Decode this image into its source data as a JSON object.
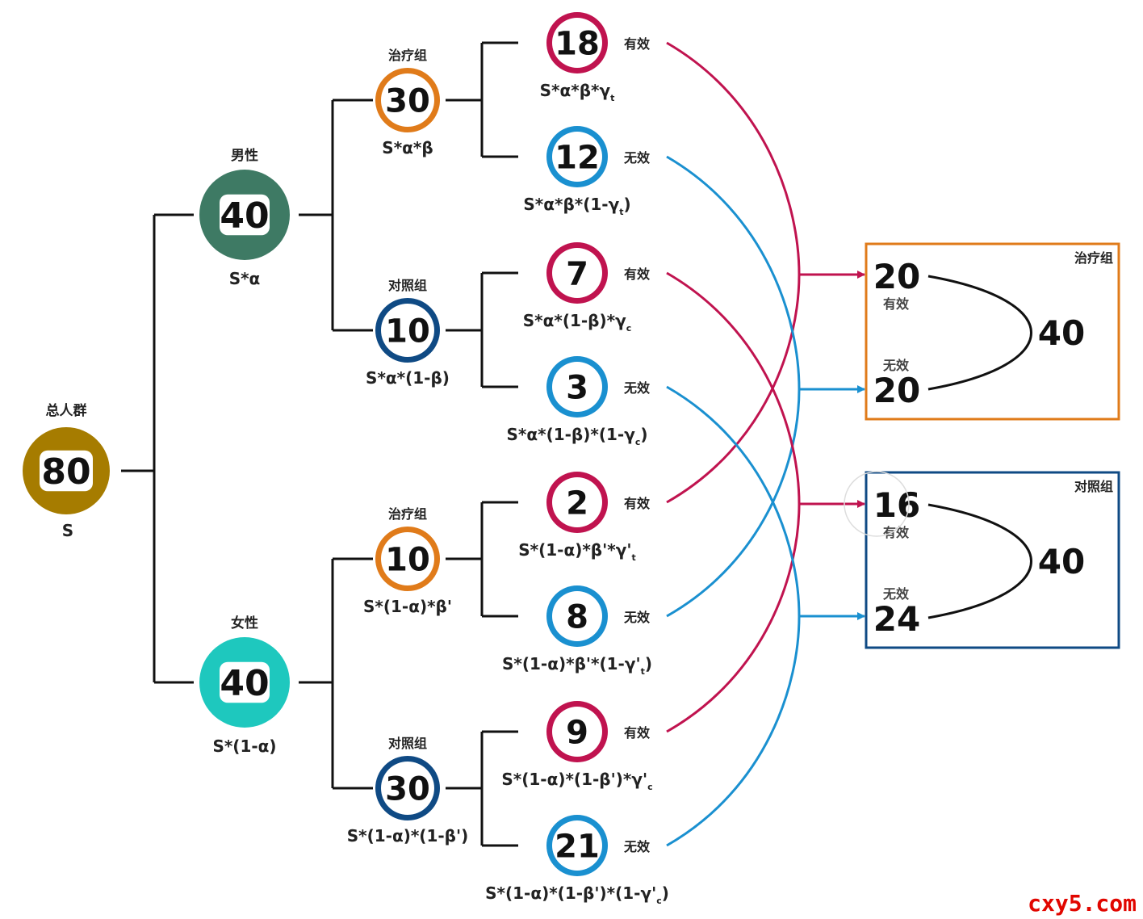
{
  "colors": {
    "total": "#a67c00",
    "male": "#3e7a64",
    "female": "#1ec8be",
    "treatment": "#e07b1a",
    "control": "#0f4a84",
    "effective": "#c0134f",
    "ineffective": "#1a90d0",
    "line": "#111111"
  },
  "root": {
    "label": "总人群",
    "value": "80",
    "formula": "S"
  },
  "genders": [
    {
      "label": "男性",
      "value": "40",
      "formula": "S*α",
      "groups": [
        {
          "label": "治疗组",
          "value": "30",
          "formula": "S*α*β",
          "outcomes": [
            {
              "value": "18",
              "status": "有效",
              "formula": "S*α*β*γ",
              "sub": "t",
              "tail": ""
            },
            {
              "value": "12",
              "status": "无效",
              "formula": "S*α*β*(1-γ",
              "sub": "t",
              "tail": ")"
            }
          ]
        },
        {
          "label": "对照组",
          "value": "10",
          "formula": "S*α*(1-β)",
          "outcomes": [
            {
              "value": "7",
              "status": "有效",
              "formula": "S*α*(1-β)*γ",
              "sub": "c",
              "tail": ""
            },
            {
              "value": "3",
              "status": "无效",
              "formula": "S*α*(1-β)*(1-γ",
              "sub": "c",
              "tail": ")"
            }
          ]
        }
      ]
    },
    {
      "label": "女性",
      "value": "40",
      "formula": "S*(1-α)",
      "groups": [
        {
          "label": "治疗组",
          "value": "10",
          "formula": "S*(1-α)*β'",
          "outcomes": [
            {
              "value": "2",
              "status": "有效",
              "formula": "S*(1-α)*β'*γ'",
              "sub": "t",
              "tail": ""
            },
            {
              "value": "8",
              "status": "无效",
              "formula": "S*(1-α)*β'*(1-γ'",
              "sub": "t",
              "tail": ")"
            }
          ]
        },
        {
          "label": "对照组",
          "value": "30",
          "formula": "S*(1-α)*(1-β')",
          "outcomes": [
            {
              "value": "9",
              "status": "有效",
              "formula": "S*(1-α)*(1-β')*γ'",
              "sub": "c",
              "tail": ""
            },
            {
              "value": "21",
              "status": "无效",
              "formula": "S*(1-α)*(1-β')*(1-γ'",
              "sub": "c",
              "tail": ")"
            }
          ]
        }
      ]
    }
  ],
  "summary": [
    {
      "title": "治疗组",
      "top": {
        "value": "20",
        "label": "有效"
      },
      "bottom": {
        "value": "20",
        "label": "无效"
      },
      "total": "40"
    },
    {
      "title": "对照组",
      "top": {
        "value": "16",
        "label": "有效"
      },
      "bottom": {
        "value": "24",
        "label": "无效"
      },
      "total": "40"
    }
  ],
  "watermark": "cxy5.com"
}
